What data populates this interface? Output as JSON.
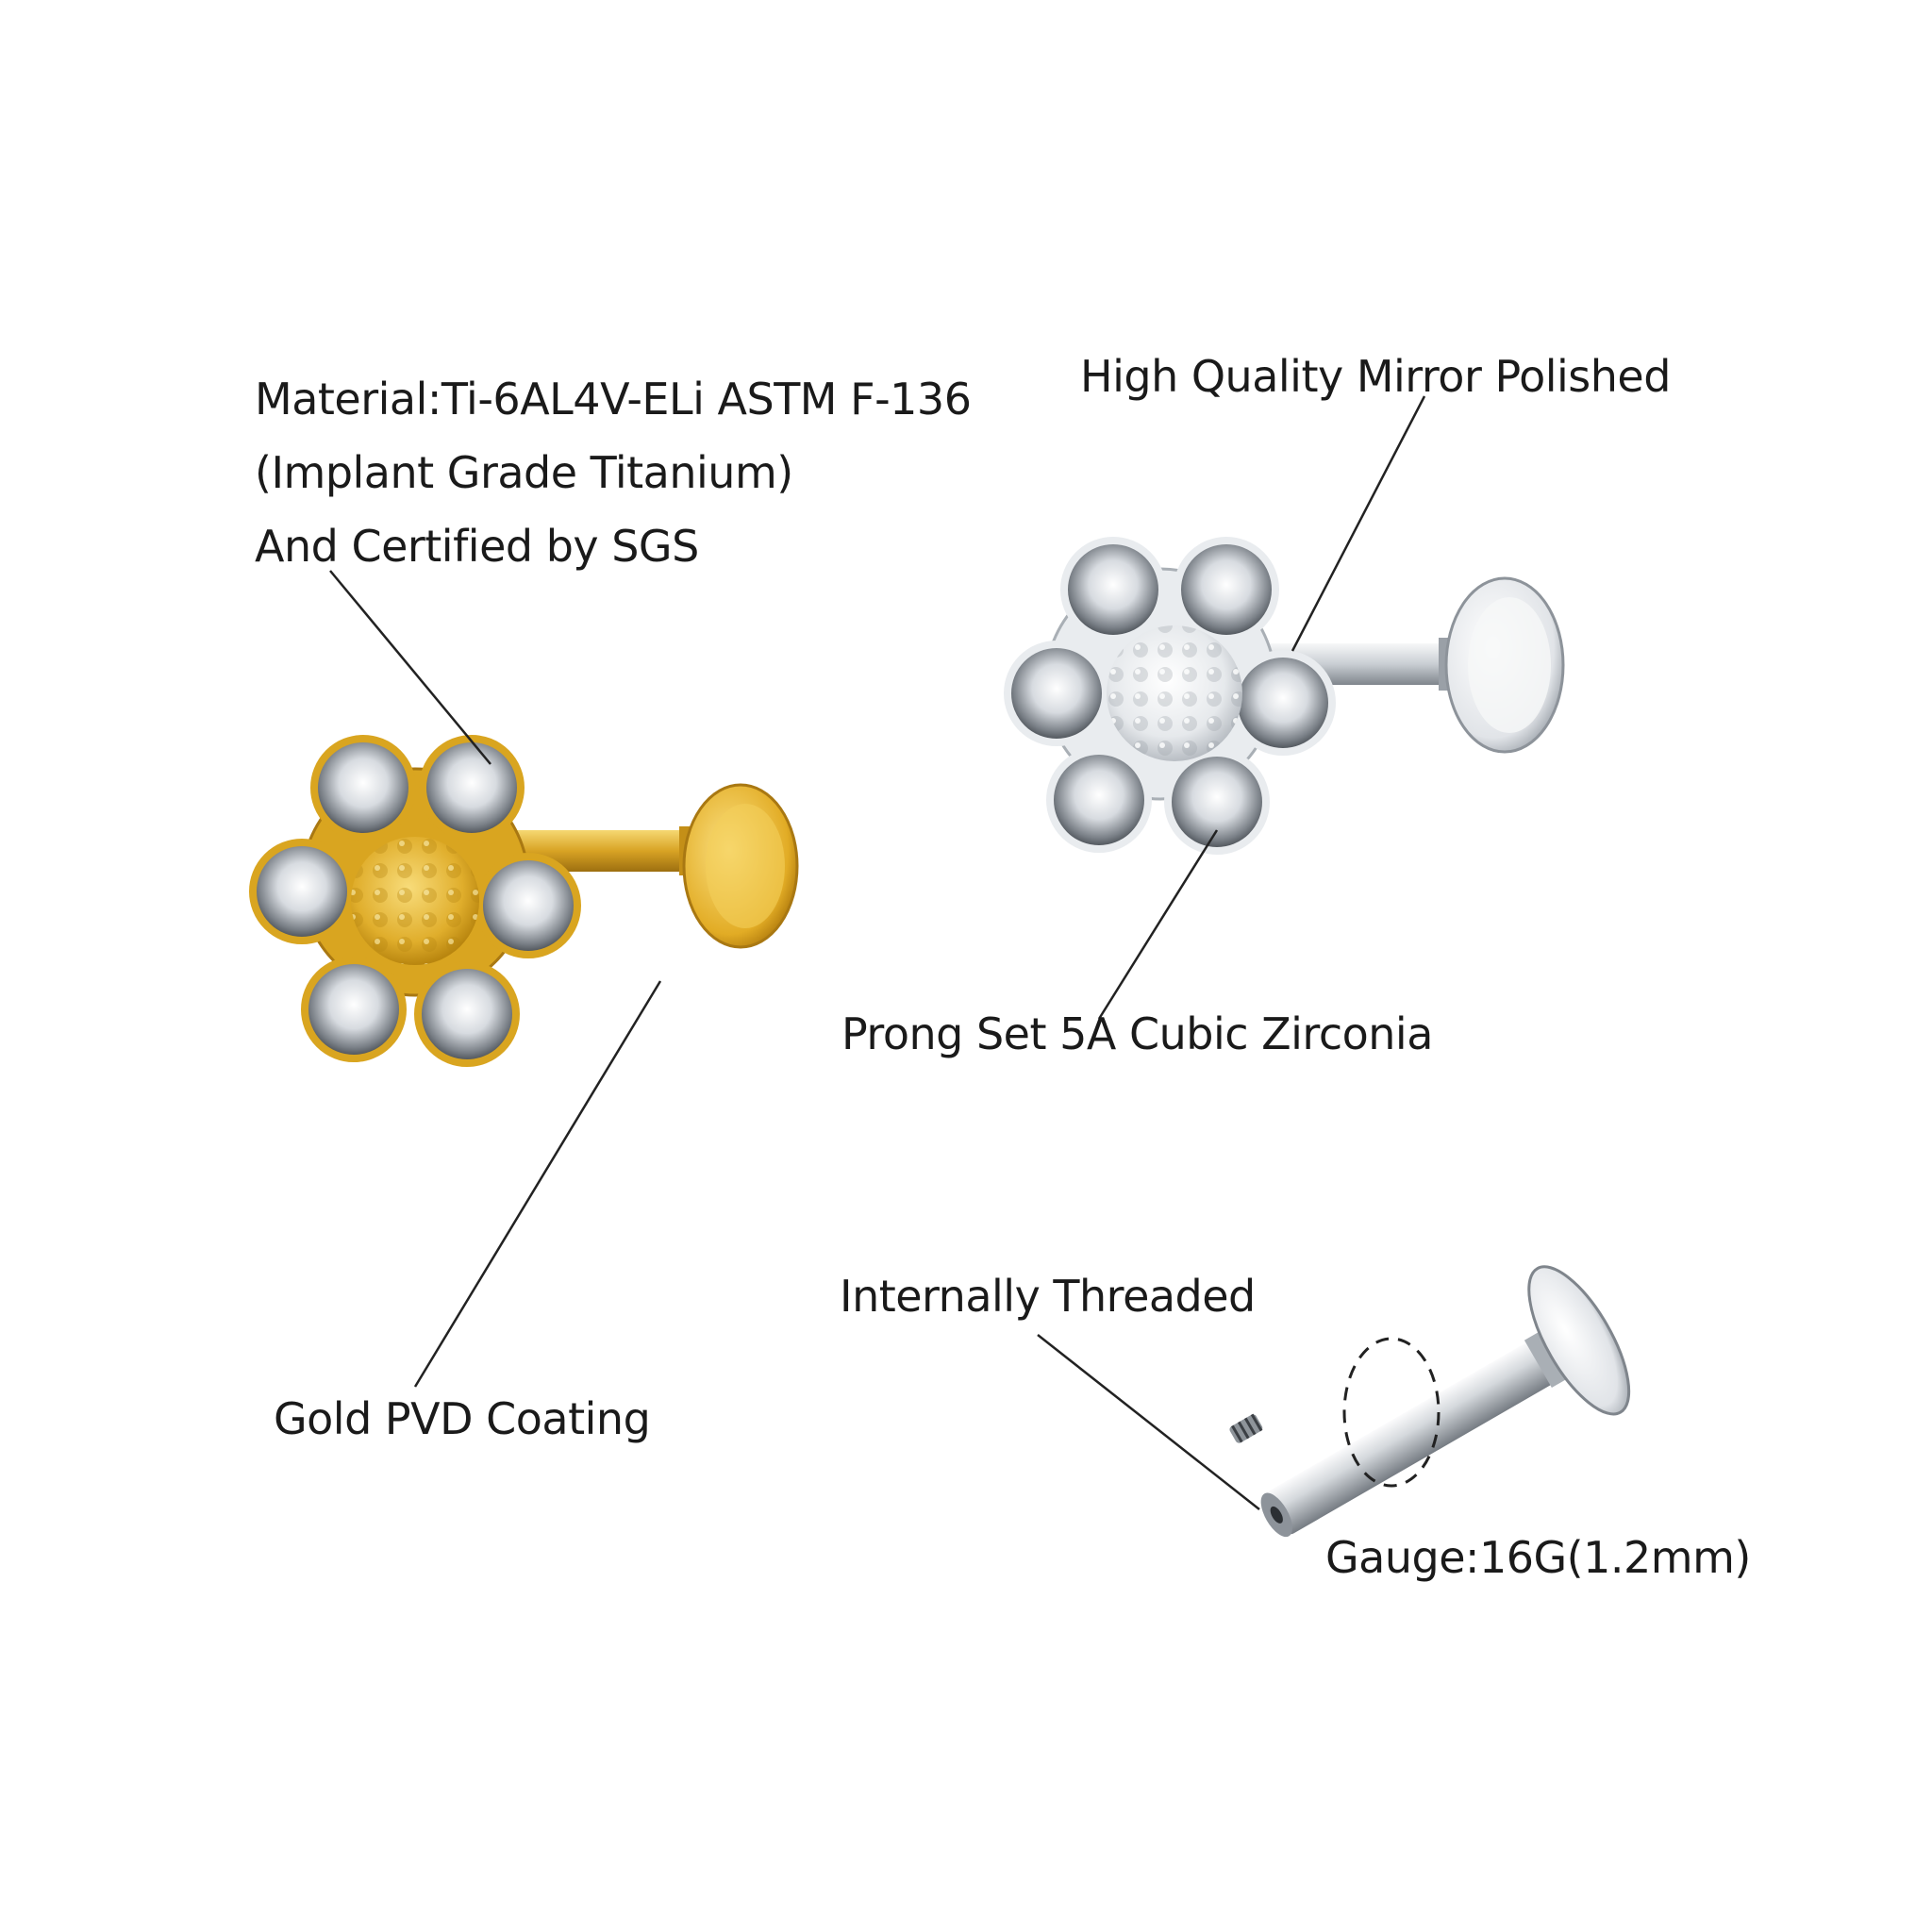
{
  "labels": {
    "material": [
      "Material:Ti-6AL4V-ELi ASTM F-136",
      "(Implant Grade Titanium)",
      "And Certified by SGS"
    ],
    "mirror": "High Quality Mirror Polished",
    "prong": "Prong Set 5A Cubic Zirconia",
    "coating": "Gold PVD Coating",
    "threaded": "Internally Threaded",
    "gauge": "Gauge:16G(1.2mm)"
  },
  "colors": {
    "gold": "#d9a520",
    "gold_light": "#f3d36a",
    "gold_dark": "#a97812",
    "silver": "#cfd3d8",
    "silver_light": "#f4f5f7",
    "silver_dark": "#8d939a",
    "text": "#1a1a1a"
  }
}
